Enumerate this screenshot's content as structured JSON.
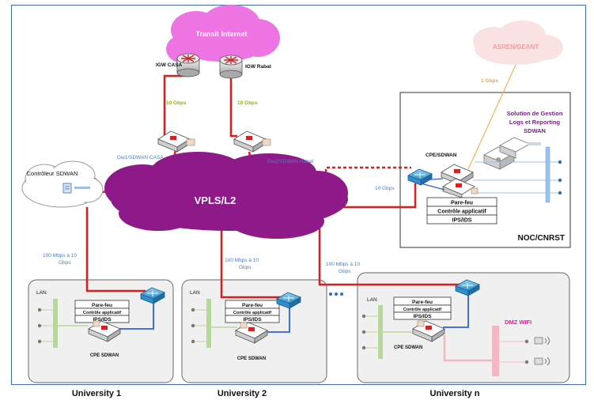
{
  "clouds": {
    "transit": "Transit Internet",
    "asren": "ASREN/GEANT",
    "vpls": "VPLS/L2",
    "controller_title": "Contrôleur SDWAN"
  },
  "gateways": {
    "igw_casa": "IGW CASA",
    "igw_rabat": "IGW Rabat",
    "gw1": "Gw1/SDWAN CASA",
    "gw2": "Gw2/SDWAN Rabat"
  },
  "links": {
    "casa_speed": "10 Gbps",
    "rabat_speed": "10 Gbps",
    "asren_speed": "1 Gbps",
    "noc_speed": "10 Gbps",
    "u1_speed_line1": "100 Mbps à 10",
    "u1_speed_line2": "Gbps",
    "u2_speed_line1": "100 Mbps à 10",
    "u2_speed_line2": "Gbps",
    "un_speed_line1": "100 Mbps à 10",
    "un_speed_line2": "Gbps"
  },
  "noc": {
    "title": "NOC/CNRST",
    "solution_line1": "Solution de Gestion",
    "solution_line2": "Logs  et  Reporting",
    "solution_line3": "SDWAN",
    "cpe": "CPE/SDWAN",
    "firewall": "Pare-feu",
    "app_control": "Contrôle applicatif",
    "ips": "IPS/IDS"
  },
  "universities": [
    {
      "name": "University 1",
      "lan": "LAN",
      "firewall": "Pare-feu",
      "app_control": "Contrôle applicatif",
      "ips": "IPS/IDS",
      "cpe": "CPE SDWAN"
    },
    {
      "name": "University 2",
      "lan": "LAN",
      "firewall": "Pare-feu",
      "app_control": "Contrôle applicatif",
      "ips": "IPS/IDS",
      "cpe": "CPE SDWAN"
    },
    {
      "name": "University n",
      "lan": "LAN",
      "firewall": "Pare-feu",
      "app_control": "Contrôle applicatif",
      "ips": "IPS/IDS",
      "cpe": "CPE SDWAN",
      "dmz": "DMZ WIFI"
    }
  ],
  "colors": {
    "cloud_purple": "#8e1a8a",
    "cloud_pink": "#ee74e4",
    "link_red": "#dd1e1e",
    "link_blue": "#2f5fd8",
    "link_orange": "#f2b35b",
    "speed_olive": "#8fb31d",
    "lan_green": "#b9d79a",
    "dmz_pink": "#f4b8c2"
  }
}
